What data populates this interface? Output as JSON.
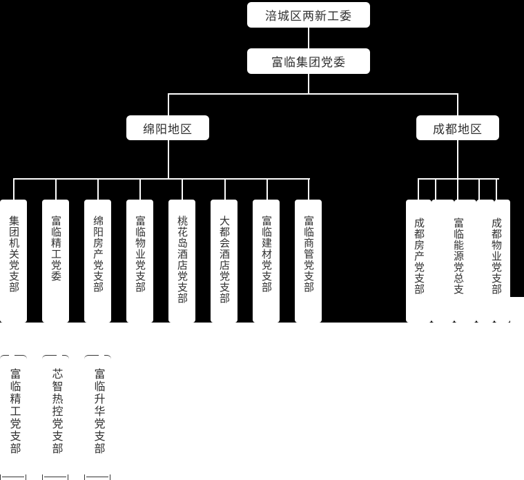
{
  "colors": {
    "canvas_background": "#000000",
    "box_fill": "#ffffff",
    "box_text": "#2f2f2f",
    "connector_line": "#ffffff",
    "lower_background": "#ffffff",
    "sub_box_border": "#333333"
  },
  "org": {
    "root": "涪城区两新工委",
    "group": "富临集团党委",
    "mianyang": {
      "label": "绵阳地区",
      "branches": [
        "集团机关党支部",
        "富临精工党委",
        "绵阳房产党支部",
        "富临物业党支部",
        "桃花岛酒店党支部",
        "大都会酒店党支部",
        "富临建材党支部",
        "富临商管党支部"
      ]
    },
    "chengdu": {
      "label": "成都地区",
      "branches": [
        "成都房产党支部",
        "富临能源党总支",
        "成都物业党支部"
      ]
    },
    "subsidiary_branches": [
      "富临精工党支部",
      "芯智热控党支部",
      "富临升华党支部"
    ]
  }
}
